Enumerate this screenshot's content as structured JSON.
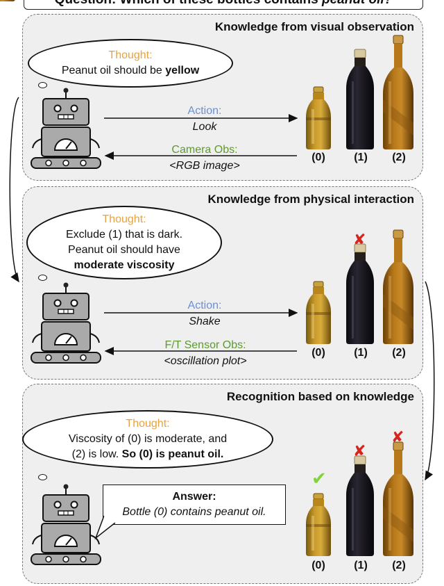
{
  "question": {
    "prefix": "Question: Which of these bottles contains ",
    "emphasis": "peanut oil?"
  },
  "panels": [
    {
      "title": "Knowledge from visual observation",
      "thought_label": "Thought:",
      "thought_text": "Peanut oil should be ",
      "thought_bold": "yellow",
      "action_label": "Action:",
      "action_value": "Look",
      "obs_label": "Camera Obs:",
      "obs_value": "<RGB image>"
    },
    {
      "title": "Knowledge from physical interaction",
      "thought_label": "Thought:",
      "thought_line1": "Exclude (1) that is dark.",
      "thought_line2": "Peanut oil should have",
      "thought_bold": "moderate viscosity",
      "action_label": "Action:",
      "action_value": "Shake",
      "obs_label": "F/T Sensor Obs:",
      "obs_value": "<oscillation plot>"
    },
    {
      "title": "Recognition based on knowledge",
      "thought_label": "Thought:",
      "thought_line1": "Viscosity of (0) is moderate, and",
      "thought_line2": "(2) is low. ",
      "thought_bold": "So (0) is peanut oil.",
      "answer_label": "Answer:",
      "answer_value": "Bottle (0) contains peanut oil."
    }
  ],
  "bottle_labels": [
    "(0)",
    "(1)",
    "(2)"
  ],
  "marks": {
    "cross": "✘",
    "check": "✔"
  },
  "colors": {
    "thought": "#e8a33d",
    "action": "#6b8fd4",
    "observation": "#5e9a2e",
    "cross": "#d9231d",
    "check": "#7fd43a",
    "oil_yellow": "#b8861a",
    "oil_dark": "#1c1a20",
    "oil_amber": "#a76a12"
  }
}
